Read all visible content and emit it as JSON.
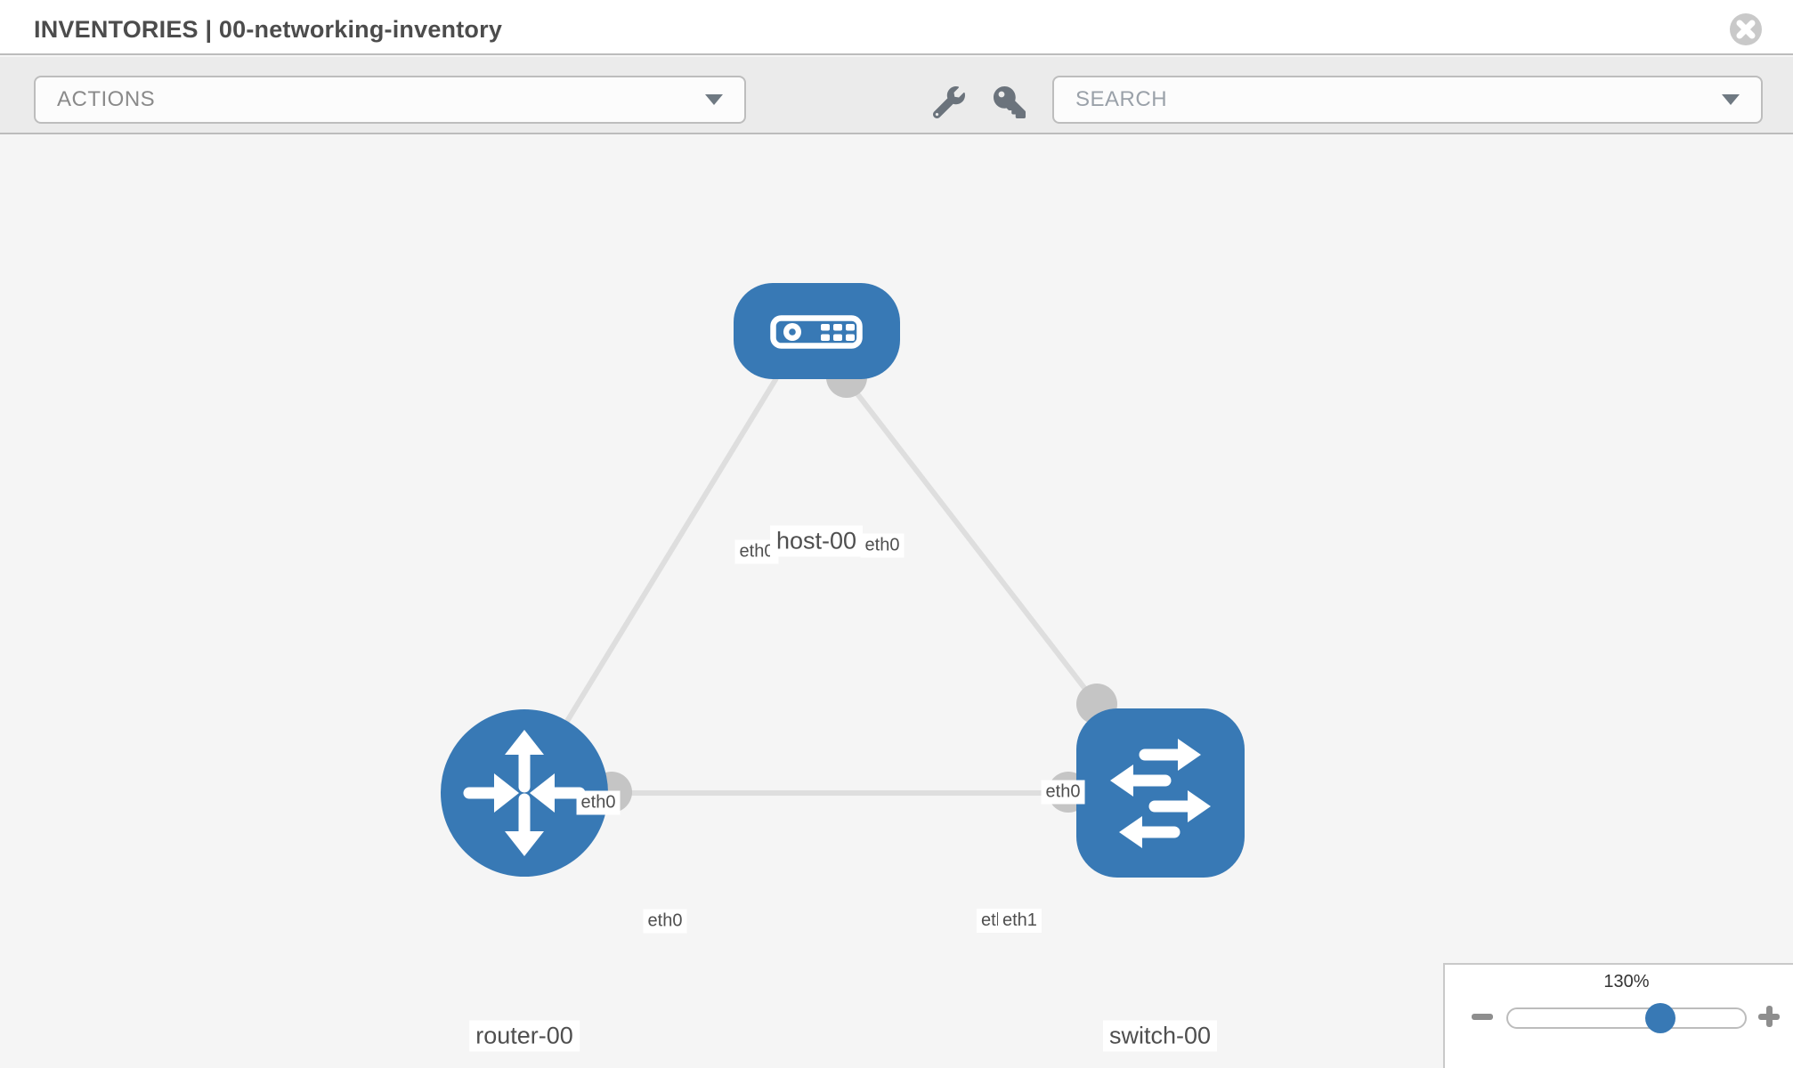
{
  "header": {
    "title": "INVENTORIES | 00-networking-inventory"
  },
  "toolbar": {
    "actions_label": "ACTIONS",
    "search_label": "SEARCH",
    "icons": [
      "wrench-icon",
      "key-icon"
    ]
  },
  "colors": {
    "node_blue": "#3879b5",
    "edge_gray": "#dedede",
    "port_gray": "#c5c5c5",
    "canvas_bg": "#f5f5f5",
    "toolbar_bg": "#ebebeb"
  },
  "graph": {
    "nodes": [
      {
        "id": "host-00",
        "type": "host",
        "label": "host-00"
      },
      {
        "id": "router-00",
        "type": "router",
        "label": "router-00"
      },
      {
        "id": "switch-00",
        "type": "switch",
        "label": "switch-00"
      }
    ],
    "links": [
      {
        "from": "router-00",
        "to": "host-00",
        "from_interface": "eth0",
        "to_interface": "eth0"
      },
      {
        "from": "switch-00",
        "to": "host-00",
        "from_interface": "eth0",
        "to_interface": "eth0"
      },
      {
        "from": "router-00",
        "to": "switch-00",
        "from_interface": "eth0",
        "to_interface": "eth1"
      }
    ],
    "overlap_back_label": "eth0"
  },
  "zoom_control": {
    "level": "130%"
  }
}
